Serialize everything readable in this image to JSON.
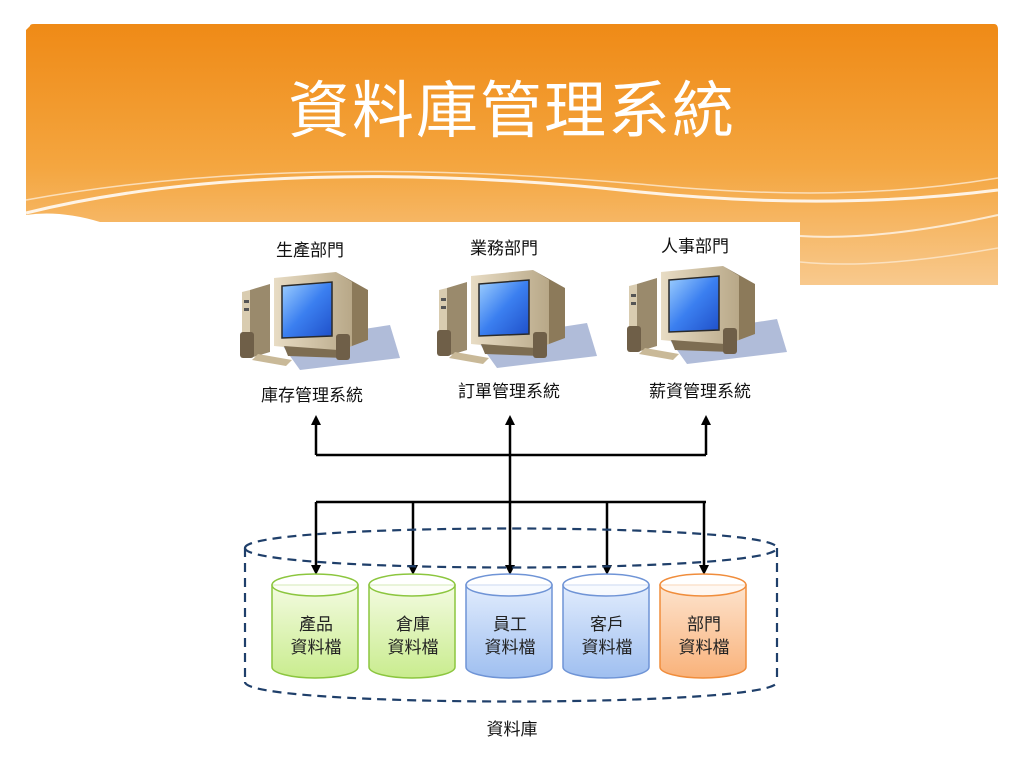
{
  "slide": {
    "title": "資料庫管理系統",
    "accent_color": "#f29b2c"
  },
  "departments": [
    {
      "name": "生產部門",
      "system": "庫存管理系統"
    },
    {
      "name": "業務部門",
      "system": "訂單管理系統"
    },
    {
      "name": "人事部門",
      "system": "薪資管理系統"
    }
  ],
  "database": {
    "label": "資料庫",
    "files": [
      {
        "line1": "產品",
        "line2": "資料檔",
        "color": "green"
      },
      {
        "line1": "倉庫",
        "line2": "資料檔",
        "color": "green"
      },
      {
        "line1": "員工",
        "line2": "資料檔",
        "color": "blue"
      },
      {
        "line1": "客戶",
        "line2": "資料檔",
        "color": "blue"
      },
      {
        "line1": "部門",
        "line2": "資料檔",
        "color": "orange"
      }
    ]
  }
}
